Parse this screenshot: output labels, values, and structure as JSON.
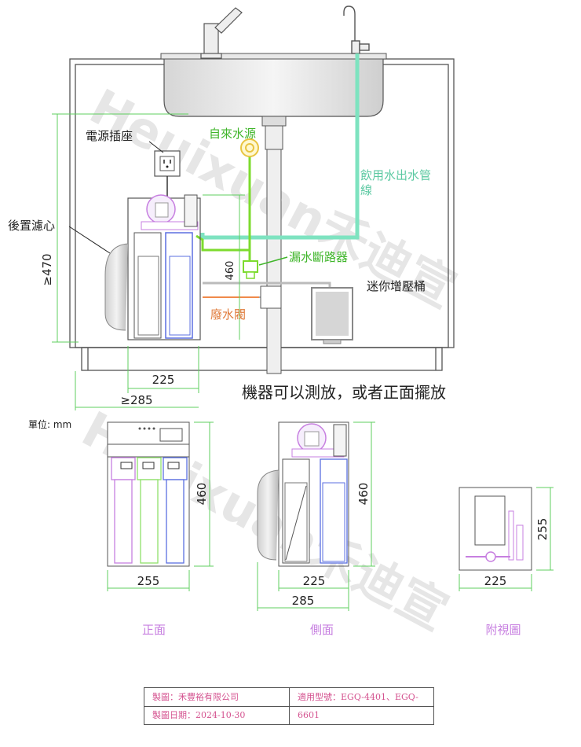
{
  "watermark": "Heuixuan禾迪宣",
  "labels": {
    "power_socket": "電源插座",
    "tap_water_source": "自來水源",
    "drinking_outlet_line1": "飲用水出水管",
    "drinking_outlet_line2": "線",
    "rear_filter": "後置濾心",
    "leak_breaker": "漏水斷路器",
    "mini_pressure_tank": "迷你增壓桶",
    "waste_valve": "廢水閥",
    "placement_note": "機器可以測放，或者正面擺放",
    "unit": "單位: mm"
  },
  "dimensions": {
    "cabinet_height": "≥470",
    "machine_height_in_cabinet": "460",
    "machine_depth": "225",
    "cabinet_depth": "≥285",
    "front_height": "460",
    "front_width": "255",
    "side_height": "460",
    "side_depth": "225",
    "side_depth_total": "285",
    "top_height": "255",
    "top_depth": "225"
  },
  "view_titles": {
    "front": "正面",
    "side": "側面",
    "top": "附視圖"
  },
  "title_block": {
    "maker": "製圖：禾豐裕有限公司",
    "models": "適用型號：EGQ-4401、EGQ-6601",
    "date": "製圖日期：2024-10-30",
    "blank": ""
  },
  "colors": {
    "line": "#555555",
    "dim_green": "#5fcf5f",
    "tap_green": "#7ddb2e",
    "outlet_teal": "#7ee3c0",
    "waste_orange": "#f08a4b",
    "filter_purple": "#c77fe0",
    "filter_blue": "#5b6fe0",
    "filter_green": "#8fe06a",
    "title_pink": "#d4528f"
  }
}
